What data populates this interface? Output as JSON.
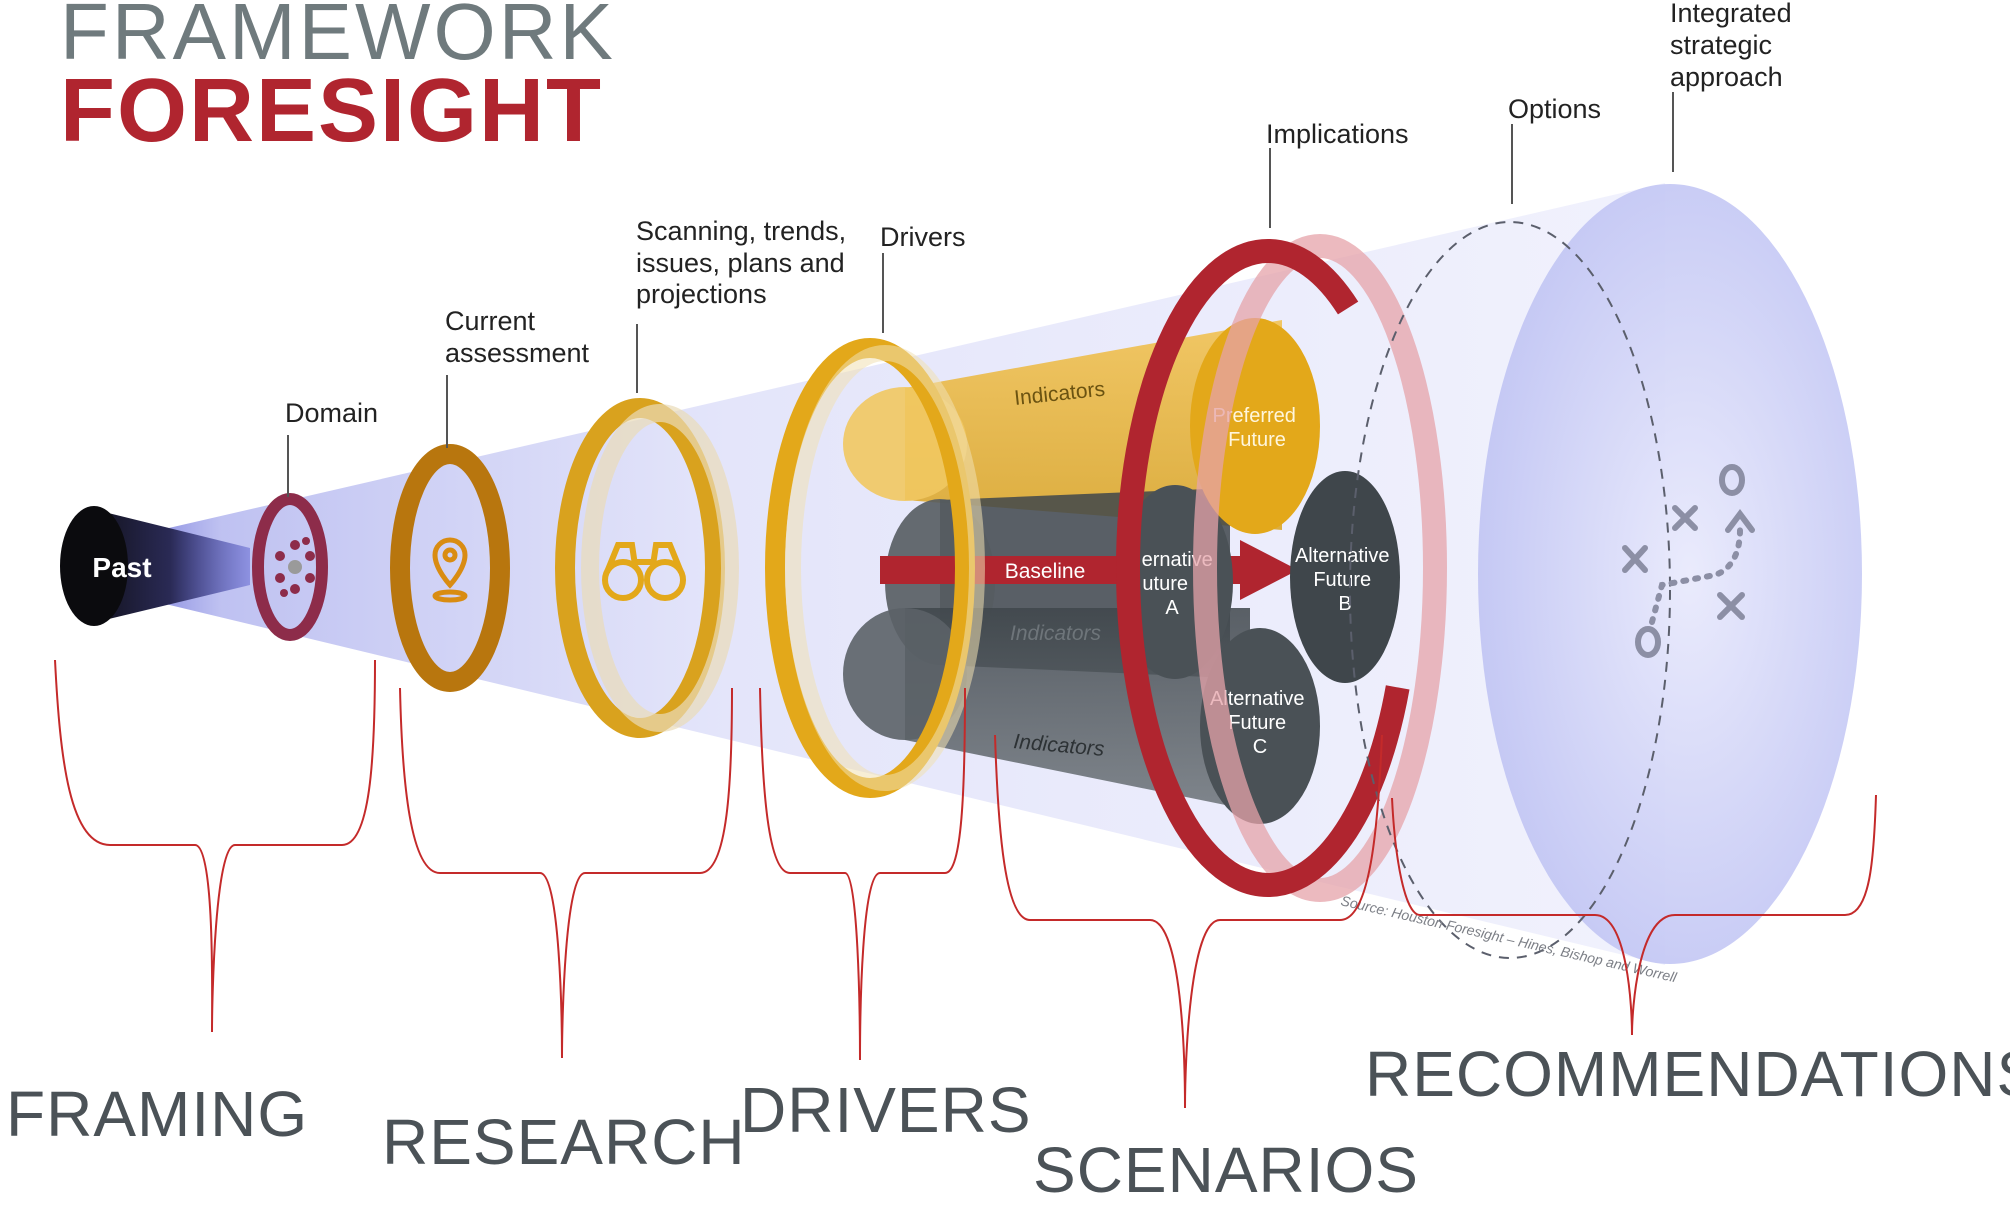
{
  "header": {
    "title_line1": "FRAMEWORK",
    "title_line2": "FORESIGHT"
  },
  "diagram": {
    "past": "Past",
    "domain": "Domain",
    "current_assessment": [
      "Current",
      "assessment"
    ],
    "scanning": [
      "Scanning, trends,",
      "issues, plans and",
      "projections"
    ],
    "drivers": "Drivers",
    "implications": "Implications",
    "options": "Options",
    "integrated": [
      "Integrated",
      "strategic",
      "approach"
    ],
    "indicators_top": "Indicators",
    "indicators_mid": "Indicators",
    "indicators_bottom": "Indicators",
    "baseline": "Baseline",
    "preferred_future": [
      "Preferred",
      "Future"
    ],
    "alt_a": [
      "ernative",
      "uture",
      "A"
    ],
    "alt_b": [
      "Alternative",
      "Future",
      "B"
    ],
    "alt_c": [
      "Alternative",
      "Future",
      "C"
    ],
    "source": "Source: Houston Foresight – Hines, Bishop and Worrell"
  },
  "phases": {
    "framing": "FRAMING",
    "research": "RESEARCH",
    "drivers": "DRIVERS",
    "scenarios": "SCENARIOS",
    "recommendations": "RECOMMENDATIONS"
  },
  "colors": {
    "brand_red": "#b0252f",
    "title_grey": "#6f7a7d",
    "gold": "#e3a81a",
    "dark_gold": "#c8890f",
    "slate": "#4d5458",
    "cone_blue": "#c9cdf7",
    "bracket_red": "#c42a2a"
  }
}
